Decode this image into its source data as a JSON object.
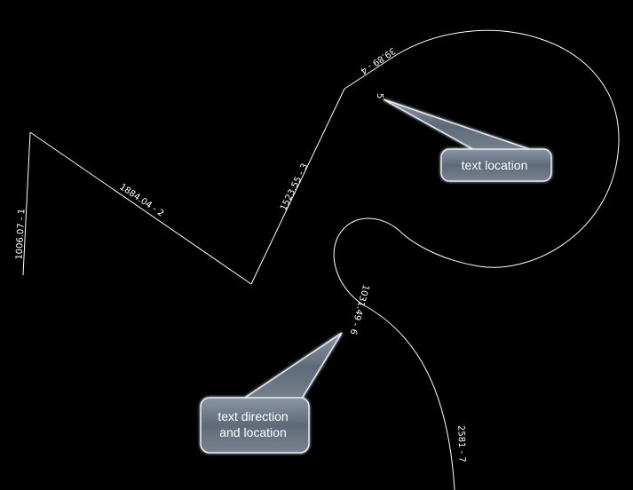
{
  "segments": [
    {
      "label": "1006.07 - 1"
    },
    {
      "label": "1884.04 - 2"
    },
    {
      "label": "1523.55 - 3"
    },
    {
      "label": "39.89 - 4"
    },
    {
      "label": "5"
    },
    {
      "label": "1031.49 - 6"
    },
    {
      "label": "2581 - 7"
    }
  ],
  "callouts": {
    "text_location": {
      "label": "text location"
    },
    "text_direction": {
      "line1": "text direction",
      "line2": "and location"
    }
  },
  "colors": {
    "background": "#000000",
    "line": "#ffffff",
    "callout_fill": "#6f7a88",
    "callout_border": "#e8eef6"
  }
}
